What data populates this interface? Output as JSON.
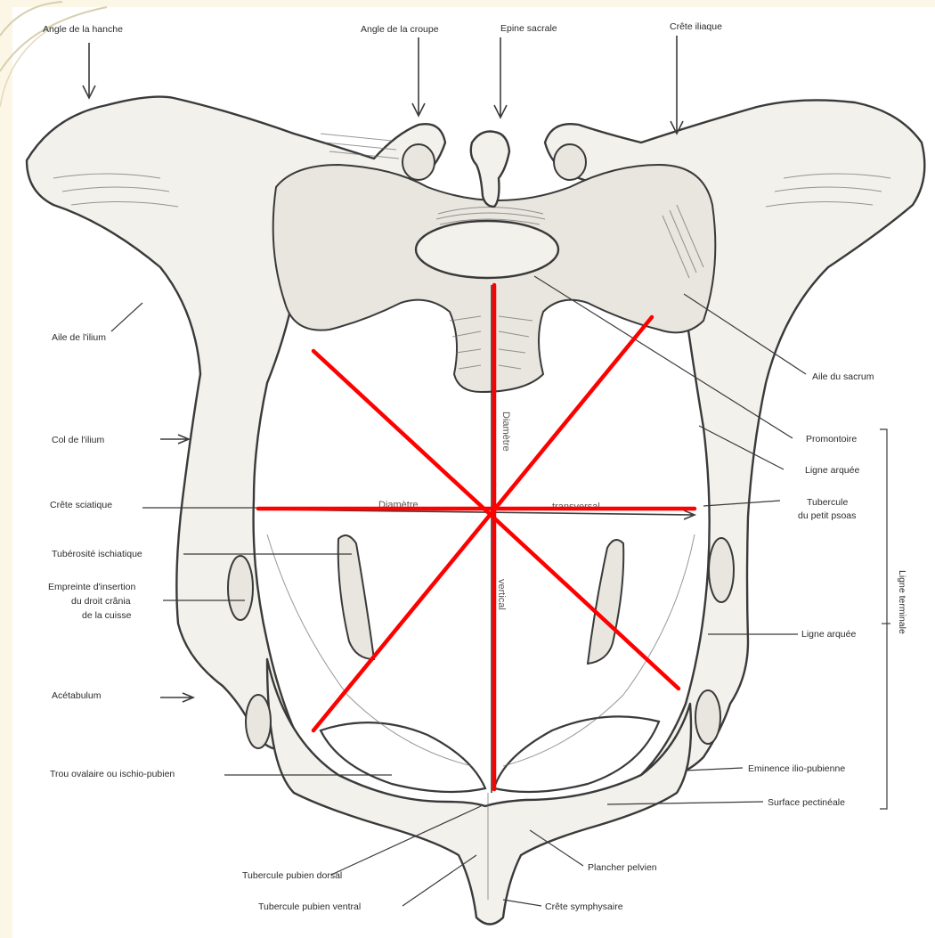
{
  "labels": {
    "angle_hanche": "Angle de la hanche",
    "angle_croupe": "Angle de la croupe",
    "epine_sacrale": "Epine sacrale",
    "crete_iliaque": "Crête iliaque",
    "aile_ilium": "Aile de l'ilium",
    "aile_sacrum": "Aile du sacrum",
    "col_ilium": "Col de l'ilium",
    "promontoire": "Promontoire",
    "ligne_arquee_1": "Ligne arquée",
    "crete_sciatique": "Crête sciatique",
    "tubercule_psoas_1": "Tubercule",
    "tubercule_psoas_2": "du petit psoas",
    "tuberosite": "Tubérosité ischiatique",
    "empreinte_1": "Empreinte d'insertion",
    "empreinte_2": "du droit crânia",
    "empreinte_3": "de la cuisse",
    "ligne_arquee_2": "Ligne arquée",
    "ligne_terminale": "Ligne terminale",
    "acetabulum": "Acétabulum",
    "trou_ovalaire": "Trou ovalaire ou ischio-pubien",
    "eminence": "Eminence ilio-pubienne",
    "surface": "Surface pectinéale",
    "tubercule_dorsal": "Tubercule pubien dorsal",
    "plancher": "Plancher pelvien",
    "tubercule_ventral": "Tubercule pubien ventral",
    "crete_symphysaire": "Crête symphysaire",
    "diametre_v": "Diamètre",
    "diametre_h1": "Diamètre",
    "diametre_h2": "transversal",
    "vertical_low": "vertical"
  },
  "colors": {
    "overlay": "#ff0000",
    "ink": "#3a3a3a",
    "paper": "#ffffff",
    "border": "#fbf6e6"
  }
}
